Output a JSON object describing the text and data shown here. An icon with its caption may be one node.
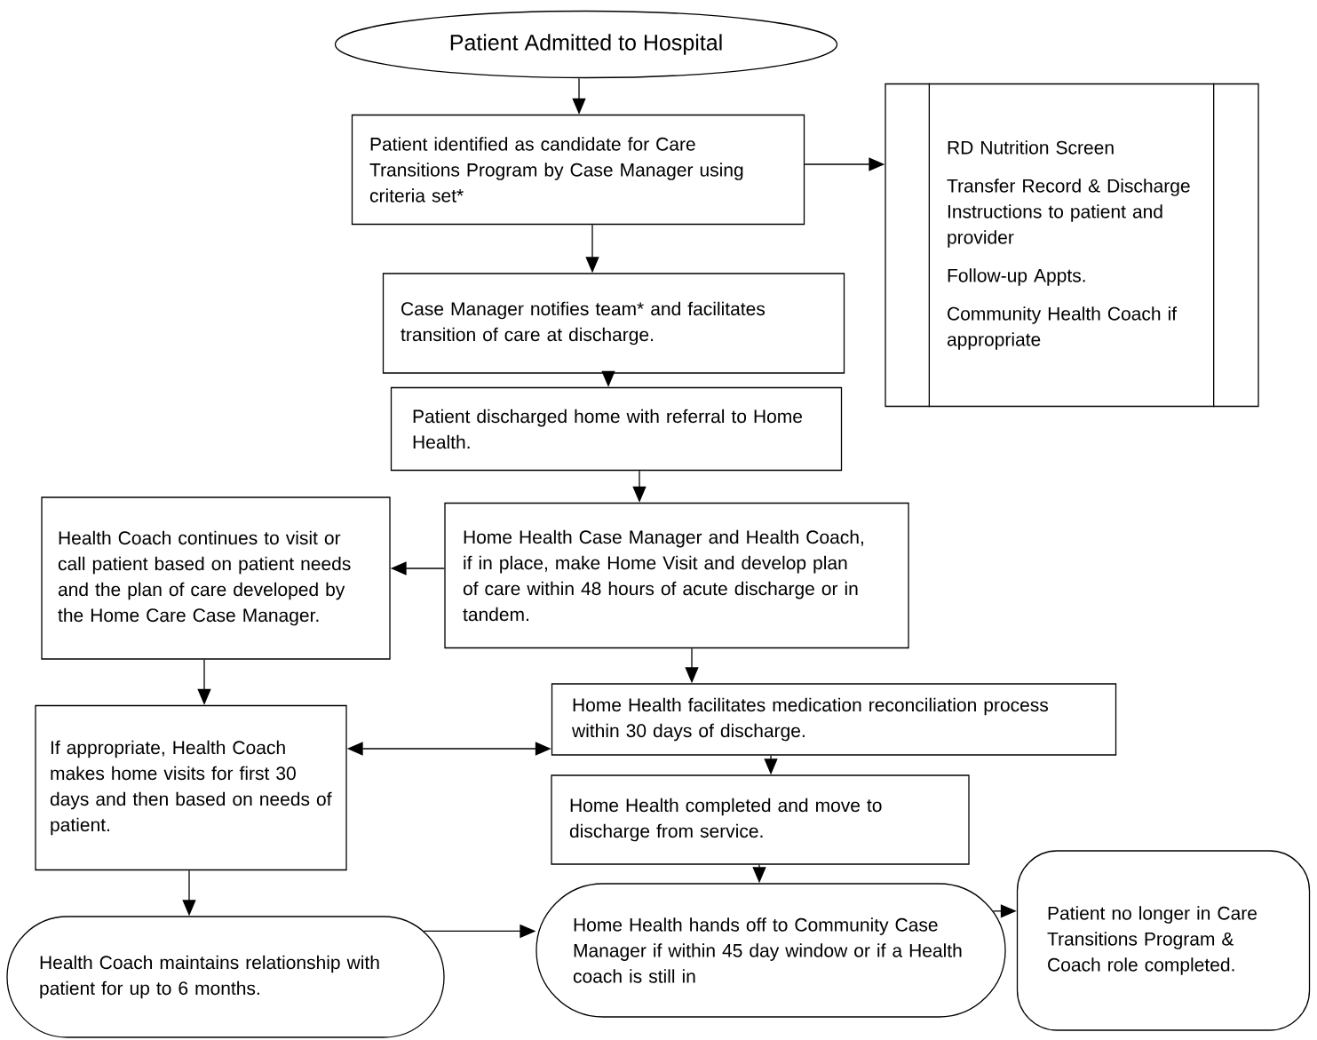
{
  "diagram": {
    "nodes": [
      {
        "text": [
          "Patient Admitted to Hospital"
        ]
      },
      {
        "text": [
          "Patient identified as candidate for Care Transitions Program by Case Manager using criteria set*"
        ]
      },
      {
        "text": [
          "RD Nutrition Screen",
          "Transfer Record & Discharge Instructions to patient and provider",
          "Follow-up Appts.",
          "Community Health Coach if appropriate"
        ]
      },
      {
        "text": [
          "Case Manager notifies team* and facilitates transition of care at discharge."
        ]
      },
      {
        "text": [
          "Patient discharged home with referral to Home Health."
        ]
      },
      {
        "text": [
          "Home Health Case Manager and Health Coach, if in place, make Home Visit and develop plan of care within 48 hours of acute discharge or in tandem."
        ]
      },
      {
        "text": [
          "Health Coach continues to visit or call patient based on patient needs and the plan of care developed by the Home Care Case Manager."
        ]
      },
      {
        "text": [
          "Home Health facilitates medication reconciliation process within 30 days of discharge."
        ]
      },
      {
        "text": [
          "If appropriate, Health Coach makes home visits for first 30 days and then based on needs of patient."
        ]
      },
      {
        "text": [
          "Home Health completed and move to discharge from service."
        ]
      },
      {
        "text": [
          "Health Coach maintains relationship with patient for up to 6 months."
        ]
      },
      {
        "text": [
          "Home Health hands off to Community Case Manager if within 45 day window or if a Health coach is still in"
        ]
      },
      {
        "text": [
          "Patient no longer in Care Transitions Program & Coach role completed."
        ]
      }
    ],
    "edges": [
      {
        "from": 0,
        "to": 1,
        "arrow": "to"
      },
      {
        "from": 1,
        "to": 2,
        "arrow": "to"
      },
      {
        "from": 1,
        "to": 3,
        "arrow": "to"
      },
      {
        "from": 3,
        "to": 4,
        "arrow": "to"
      },
      {
        "from": 4,
        "to": 5,
        "arrow": "to"
      },
      {
        "from": 5,
        "to": 6,
        "arrow": "to"
      },
      {
        "from": 5,
        "to": 7,
        "arrow": "to"
      },
      {
        "from": 6,
        "to": 8,
        "arrow": "to"
      },
      {
        "from": 7,
        "to": 8,
        "arrow": "both"
      },
      {
        "from": 7,
        "to": 9,
        "arrow": "to"
      },
      {
        "from": 8,
        "to": 10,
        "arrow": "to"
      },
      {
        "from": 9,
        "to": 11,
        "arrow": "to"
      },
      {
        "from": 10,
        "to": 11,
        "arrow": "to"
      },
      {
        "from": 11,
        "to": 12,
        "arrow": "to"
      }
    ]
  }
}
